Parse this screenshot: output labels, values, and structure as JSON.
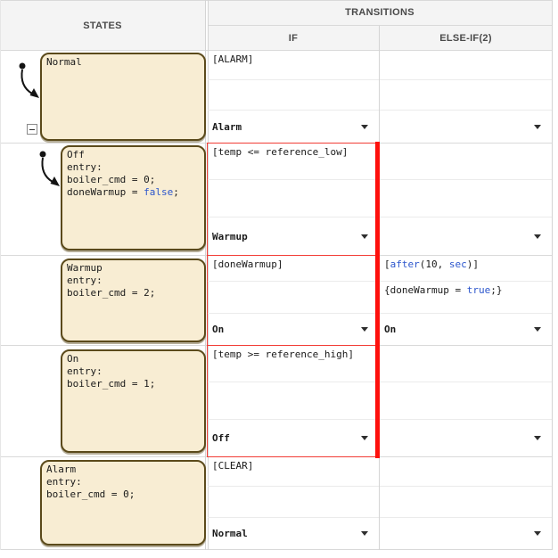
{
  "columns": {
    "states": "STATES",
    "transitions": "TRANSITIONS",
    "if": "IF",
    "else_if": "ELSE-IF(2)"
  },
  "colors": {
    "state_fill": "#f8edd3",
    "state_border": "#5b4a1b",
    "keyword_blue": "#2b55cc",
    "highlight_red_bar": "#fe100c",
    "highlight_red_border": "#f23c35",
    "header_bg": "#f4f4f4",
    "grid": "#d9d9d9"
  },
  "icons": {
    "dropdown": "caret-down",
    "collapse": "minus-box",
    "default_transition": "default-transition-arrow"
  },
  "rows": [
    {
      "state": {
        "name": "Normal",
        "lines": [
          "Normal"
        ]
      },
      "if": {
        "condition": "[ALARM]",
        "action": "",
        "destination": "Alarm"
      },
      "elseif": {
        "condition": "",
        "action": "",
        "destination": ""
      }
    },
    {
      "state": {
        "name": "Off",
        "lines": [
          "Off",
          "entry:",
          "boiler_cmd = 0;"
        ],
        "kw_line": {
          "pre": "doneWarmup = ",
          "kw": "false",
          "post": ";"
        }
      },
      "if": {
        "condition": "[temp <= reference_low]",
        "action": "",
        "destination": "Warmup"
      },
      "elseif": {
        "condition": "",
        "action": "",
        "destination": ""
      }
    },
    {
      "state": {
        "name": "Warmup",
        "lines": [
          "Warmup",
          "entry:",
          "boiler_cmd = 2;"
        ]
      },
      "if": {
        "condition": "[doneWarmup]",
        "action": "",
        "destination": "On"
      },
      "elseif": {
        "cond": {
          "s1": "[",
          "kw1": "after",
          "s2": "(10, ",
          "kw2": "sec",
          "s3": ")]"
        },
        "action": {
          "s1": "{doneWarmup = ",
          "kw": "true",
          "s2": ";}"
        },
        "destination": "On"
      }
    },
    {
      "state": {
        "name": "On",
        "lines": [
          "On",
          "entry:",
          "boiler_cmd = 1;"
        ]
      },
      "if": {
        "condition": "[temp >= reference_high]",
        "action": "",
        "destination": "Off"
      },
      "elseif": {
        "condition": "",
        "action": "",
        "destination": ""
      }
    },
    {
      "state": {
        "name": "Alarm",
        "lines": [
          "Alarm",
          "entry:",
          "boiler_cmd = 0;"
        ]
      },
      "if": {
        "condition": "[CLEAR]",
        "action": "",
        "destination": "Normal"
      },
      "elseif": {
        "condition": "",
        "action": "",
        "destination": ""
      }
    }
  ]
}
